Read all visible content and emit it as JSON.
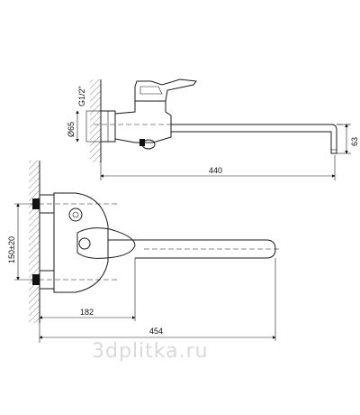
{
  "side_view": {
    "dim_length": "440",
    "dim_spout_height": "63",
    "dim_thread": "G1/2\"",
    "dim_flange": "Ø65"
  },
  "top_view": {
    "dim_center_distance": "150±20",
    "dim_handle_reach": "182",
    "dim_total_reach": "454"
  },
  "watermark": "3dplitka.ru"
}
